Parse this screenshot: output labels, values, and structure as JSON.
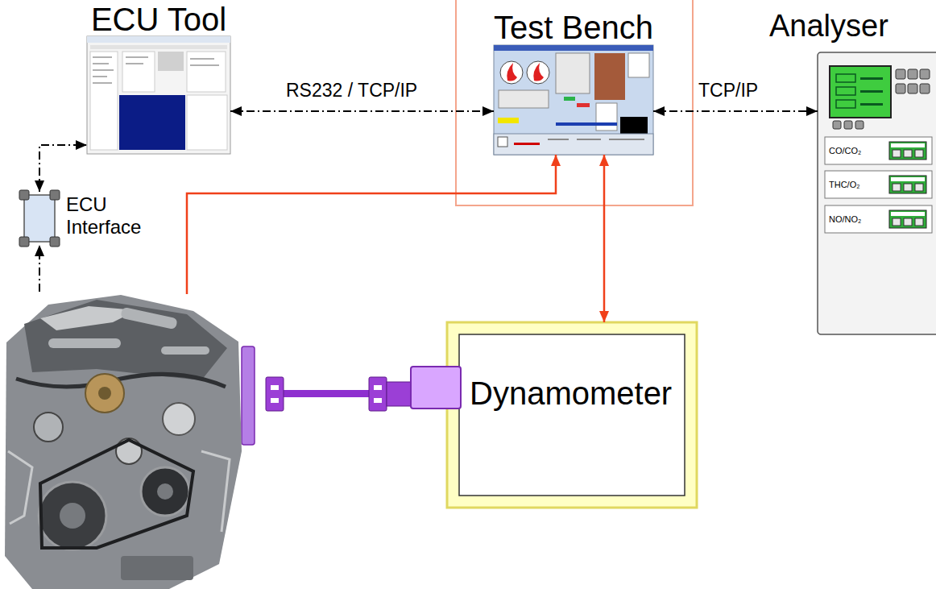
{
  "diagram": {
    "nodes": [
      {
        "text": [
          "ECU Tool"
        ]
      },
      {
        "text": [
          "Test Bench"
        ]
      },
      {
        "text": [
          "Analyser"
        ]
      },
      {
        "text": [
          "CO/CO₂"
        ],
        "in": 2
      },
      {
        "text": [
          "THC/O₂"
        ],
        "in": 2
      },
      {
        "text": [
          "NO/NO₂"
        ],
        "in": 2
      },
      {
        "text": [
          "ECU Interface"
        ]
      },
      {
        "text": [
          "Dynamometer"
        ]
      }
    ],
    "edges": [
      {
        "from": 0,
        "to": 1,
        "arrow": "both",
        "label": "RS232 / TCP/IP"
      },
      {
        "from": 1,
        "to": 2,
        "arrow": "both",
        "label": "TCP/IP"
      },
      {
        "from": 6,
        "to": 0,
        "arrow": "both"
      },
      {
        "from": 7,
        "to": 1,
        "arrow": "both"
      }
    ]
  }
}
